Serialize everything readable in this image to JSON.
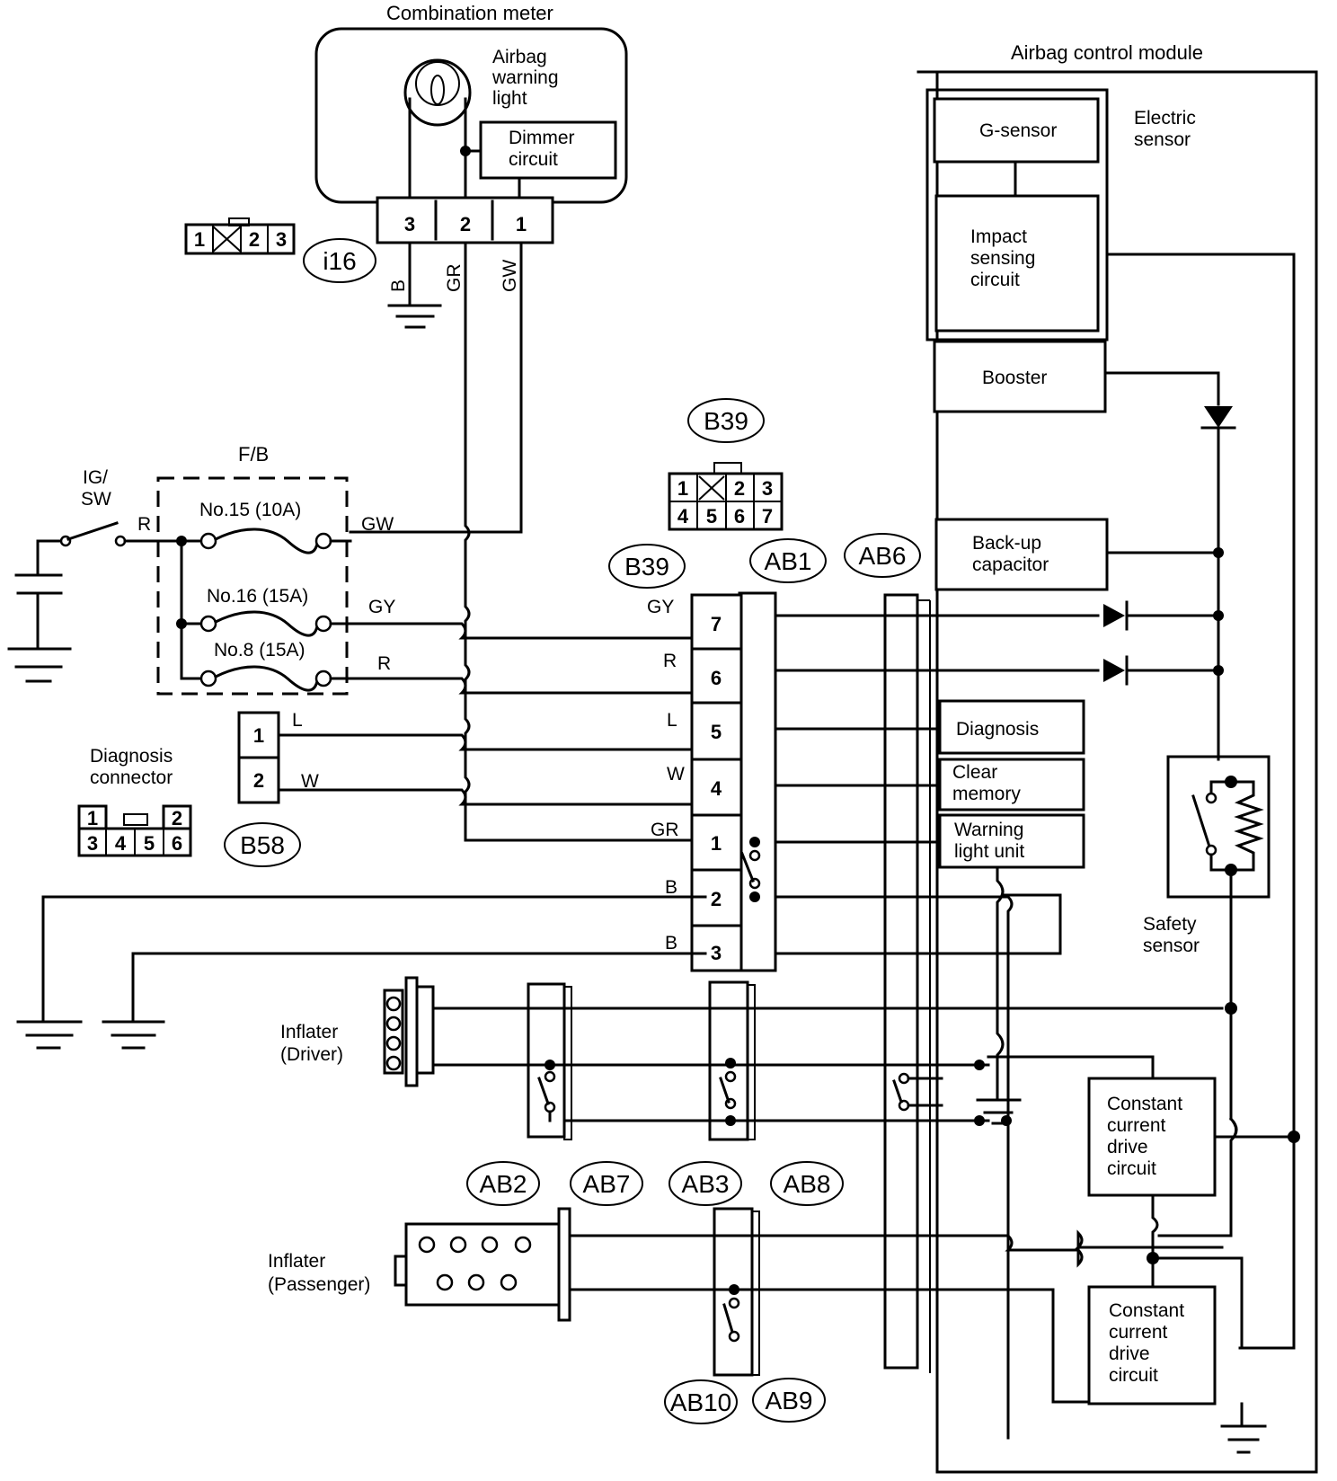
{
  "combination_meter": {
    "title": "Combination meter",
    "warning_light": [
      "Airbag",
      "warning",
      "light"
    ],
    "dimmer": [
      "Dimmer",
      "circuit"
    ],
    "terminals": [
      "3",
      "2",
      "1"
    ],
    "wires": [
      "B",
      "GR",
      "GW"
    ],
    "connector_id": "i16",
    "connector_face": [
      "1",
      "2",
      "3"
    ]
  },
  "power": {
    "ig_switch": [
      "IG/",
      "SW"
    ],
    "ig_wire": "R",
    "fuse_box_label": "F/B",
    "fuses": [
      {
        "label": "No.15 (10A)",
        "wire": "GW"
      },
      {
        "label": "No.16 (15A)",
        "wire": "GY"
      },
      {
        "label": "No.8 (15A)",
        "wire": "R"
      }
    ]
  },
  "diagnosis": {
    "label": [
      "Diagnosis",
      "connector"
    ],
    "connector_id": "B58",
    "pins": [
      {
        "num": "1",
        "wire": "L"
      },
      {
        "num": "2",
        "wire": "W"
      }
    ],
    "face_top": [
      "1",
      "2"
    ],
    "face_bottom": [
      "3",
      "4",
      "5",
      "6"
    ]
  },
  "b39": {
    "id": "B39",
    "face_top": [
      "1",
      "2",
      "3"
    ],
    "face_bottom": [
      "4",
      "5",
      "6",
      "7"
    ],
    "pins": [
      {
        "num": "7",
        "wire": "GY"
      },
      {
        "num": "6",
        "wire": "R"
      },
      {
        "num": "5",
        "wire": "L"
      },
      {
        "num": "4",
        "wire": "W"
      },
      {
        "num": "1",
        "wire": "GR"
      },
      {
        "num": "2",
        "wire": "B"
      },
      {
        "num": "3",
        "wire": "B"
      }
    ]
  },
  "connectors": [
    "AB1",
    "AB6",
    "AB2",
    "AB7",
    "AB3",
    "AB8",
    "AB10",
    "AB9"
  ],
  "inflaters": {
    "driver": [
      "Inflater",
      "(Driver)"
    ],
    "passenger": [
      "Inflater",
      "(Passenger)"
    ]
  },
  "module": {
    "title": "Airbag control module",
    "electric_sensor": [
      "Electric",
      "sensor"
    ],
    "g_sensor": "G-sensor",
    "impact": [
      "Impact",
      "sensing",
      "circuit"
    ],
    "booster": "Booster",
    "backup": [
      "Back-up",
      "capacitor"
    ],
    "diagnosis": "Diagnosis",
    "clear_memory": [
      "Clear",
      "memory"
    ],
    "warning_unit": [
      "Warning",
      "light unit"
    ],
    "safety_sensor": [
      "Safety",
      "sensor"
    ],
    "ccd1": [
      "Constant",
      "current",
      "drive",
      "circuit"
    ],
    "ccd2": [
      "Constant",
      "current",
      "drive",
      "circuit"
    ]
  }
}
